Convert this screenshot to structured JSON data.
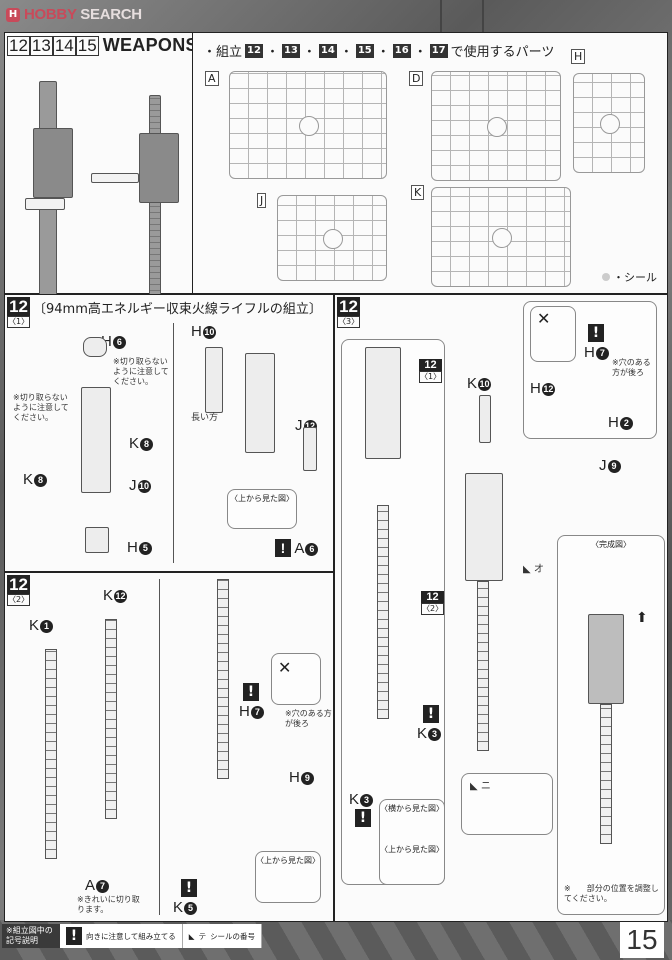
{
  "brand": {
    "logo_mark": "H",
    "name_part1": "HOBBY",
    "name_part2": "SEARCH"
  },
  "weapons_panel": {
    "step_numbers": [
      "12",
      "13",
      "14",
      "15"
    ],
    "title": "WEAPONS"
  },
  "parts_panel": {
    "prefix": "・組立",
    "steps": [
      "12",
      "13",
      "14",
      "15",
      "16",
      "17"
    ],
    "separator": "・",
    "suffix": "で使用するパーツ",
    "runners": [
      "A",
      "D",
      "H",
      "J",
      "K"
    ],
    "sticker_note": "・シール"
  },
  "step_12_1": {
    "step": "12",
    "sub": "〈1〉",
    "title": "〔94mm高エネルギー収束火線ライフルの組立〕",
    "labels": {
      "h6": {
        "letter": "H",
        "num": "6"
      },
      "k8a": {
        "letter": "K",
        "num": "8"
      },
      "k8b": {
        "letter": "K",
        "num": "8"
      },
      "j10": {
        "letter": "J",
        "num": "10"
      },
      "h5": {
        "letter": "H",
        "num": "5"
      },
      "h10": {
        "letter": "H",
        "num": "10"
      },
      "j12": {
        "letter": "J",
        "num": "12"
      },
      "a6": {
        "letter": "A",
        "num": "6"
      }
    },
    "note_no_cut_1": "※切り取らないように注意してください。",
    "note_no_cut_2": "※切り取らないように注意してください。",
    "long_side": "長い方",
    "top_view": "〈上から見た図〉"
  },
  "step_12_2": {
    "step": "12",
    "sub": "〈2〉",
    "labels": {
      "k1": {
        "letter": "K",
        "num": "1"
      },
      "k12": {
        "letter": "K",
        "num": "12"
      },
      "a7": {
        "letter": "A",
        "num": "7"
      },
      "h7": {
        "letter": "H",
        "num": "7"
      },
      "h9": {
        "letter": "H",
        "num": "9"
      },
      "k5": {
        "letter": "K",
        "num": "5"
      }
    },
    "note_clean_cut": "※きれいに切り取ります。",
    "wrong_mark": "✕",
    "hole_back": "※穴のある方が後ろ",
    "top_view": "〈上から見た図〉"
  },
  "step_12_3": {
    "step": "12",
    "sub": "〈3〉",
    "ref_12_1": {
      "step": "12",
      "sub": "〈1〉"
    },
    "ref_12_2": {
      "step": "12",
      "sub": "〈2〉"
    },
    "labels": {
      "k10": {
        "letter": "K",
        "num": "10"
      },
      "h7": {
        "letter": "H",
        "num": "7"
      },
      "h12": {
        "letter": "H",
        "num": "12"
      },
      "h2": {
        "letter": "H",
        "num": "2"
      },
      "j9": {
        "letter": "J",
        "num": "9"
      },
      "k3a": {
        "letter": "K",
        "num": "3"
      },
      "k3b": {
        "letter": "K",
        "num": "3"
      }
    },
    "wrong_mark": "✕",
    "hole_back": "※穴のある方が後ろ",
    "sticker_o": "オ",
    "sticker_ni": "ニ",
    "side_view": "〈横から見た図〉",
    "top_view": "〈上から見た図〉",
    "complete_view": "〈完成図〉",
    "adjust_note": "※　　部分の位置を調整してください。"
  },
  "footer": {
    "legend_title": "※組立図中の記号説明",
    "warn_desc": "向きに注意して組み立てる",
    "sticker_symbol": "テ",
    "sticker_desc": "シールの番号",
    "page_number": "15"
  }
}
